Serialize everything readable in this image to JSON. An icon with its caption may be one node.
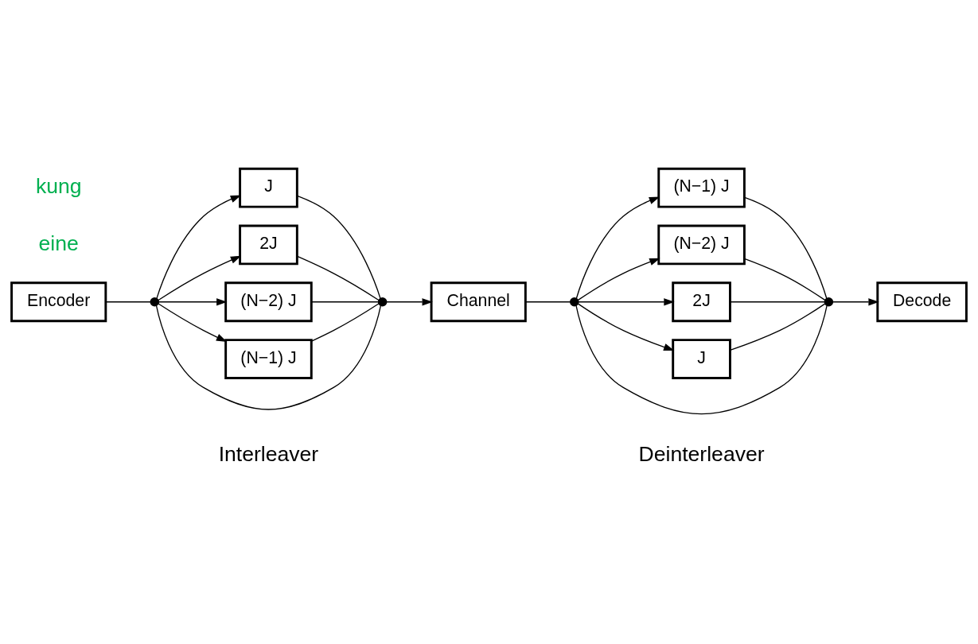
{
  "diagram": {
    "nodes": [
      {
        "text": [
          "Encoder"
        ]
      },
      {
        "text": [],
        "shape": "circle"
      },
      {
        "text": [
          "J"
        ]
      },
      {
        "text": [
          "2J"
        ]
      },
      {
        "text": [
          "(N−2) J"
        ]
      },
      {
        "text": [
          "(N−1) J"
        ]
      },
      {
        "text": [],
        "shape": "circle"
      },
      {
        "text": [
          "Channel"
        ]
      },
      {
        "text": [],
        "shape": "circle"
      },
      {
        "text": [
          "(N−1) J"
        ]
      },
      {
        "text": [
          "(N−2) J"
        ]
      },
      {
        "text": [
          "2J"
        ]
      },
      {
        "text": [
          "J"
        ]
      },
      {
        "text": [],
        "shape": "circle"
      },
      {
        "text": [
          "Decode"
        ]
      }
    ],
    "edges": [
      {
        "from": 0,
        "to": 1,
        "arrow": "none"
      },
      {
        "from": 1,
        "to": 6,
        "arrow": "none"
      },
      {
        "from": 1,
        "to": 2,
        "arrow": "to"
      },
      {
        "from": 1,
        "to": 3,
        "arrow": "to"
      },
      {
        "from": 1,
        "to": 4,
        "arrow": "to"
      },
      {
        "from": 1,
        "to": 5,
        "arrow": "to"
      },
      {
        "from": 2,
        "to": 6,
        "arrow": "none"
      },
      {
        "from": 3,
        "to": 6,
        "arrow": "none"
      },
      {
        "from": 4,
        "to": 6,
        "arrow": "none"
      },
      {
        "from": 5,
        "to": 6,
        "arrow": "none"
      },
      {
        "from": 6,
        "to": 7,
        "arrow": "to"
      },
      {
        "from": 7,
        "to": 8,
        "arrow": "none"
      },
      {
        "from": 8,
        "to": 9,
        "arrow": "to"
      },
      {
        "from": 8,
        "to": 10,
        "arrow": "to"
      },
      {
        "from": 8,
        "to": 11,
        "arrow": "to"
      },
      {
        "from": 8,
        "to": 12,
        "arrow": "to"
      },
      {
        "from": 9,
        "to": 13,
        "arrow": "none"
      },
      {
        "from": 10,
        "to": 13,
        "arrow": "none"
      },
      {
        "from": 11,
        "to": 13,
        "arrow": "none"
      },
      {
        "from": 12,
        "to": 13,
        "arrow": "none"
      },
      {
        "from": 8,
        "to": 13,
        "arrow": "none"
      },
      {
        "from": 13,
        "to": 14,
        "arrow": "to"
      }
    ],
    "labels": [
      "kung",
      "eine",
      "Interleaver",
      "Deinterleaver"
    ]
  }
}
